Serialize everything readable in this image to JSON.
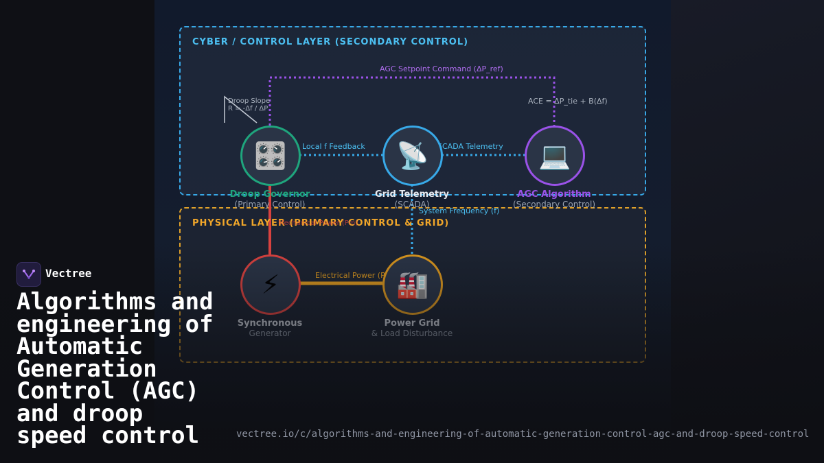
{
  "diagram": {
    "cyber_layer_title": "CYBER / CONTROL LAYER (SECONDARY CONTROL)",
    "physical_layer_title": "PHYSICAL LAYER (PRIMARY CONTROL & GRID)",
    "nodes": {
      "droop": {
        "icon": "control-knobs-icon",
        "glyph": "🎛️",
        "title": "Droop Governor",
        "subtitle": "(Primary Control)",
        "color": "#1fa57d"
      },
      "telemetry": {
        "icon": "satellite-dish-icon",
        "glyph": "📡",
        "title": "Grid Telemetry",
        "subtitle": "(SCADA)",
        "color": "#38a9e8"
      },
      "agc": {
        "icon": "laptop-icon",
        "glyph": "💻",
        "title": "AGC Algorithm",
        "subtitle": "(Secondary Control)",
        "color": "#9a52e8"
      },
      "generator": {
        "icon": "lightning-icon",
        "glyph": "⚡",
        "title": "Synchronous",
        "subtitle": "Generator",
        "color": "#d8423f"
      },
      "grid": {
        "icon": "factory-icon",
        "glyph": "🏭",
        "title": "Power Grid",
        "subtitle": "& Load Disturbance",
        "color": "#d9961f"
      }
    },
    "edges": {
      "agc_setpoint": "AGC Setpoint Command (ΔP_ref)",
      "local_feedback": "Local f Feedback",
      "scada_telemetry": "SCADA Telemetry",
      "system_frequency": "System Frequency (f)",
      "electrical_power": "Electrical Power (P)",
      "mechanical_power": "Mechanical Power (Pm)"
    },
    "annotations": {
      "droop_slope_line1": "Droop Slope",
      "droop_slope_line2": "R = -Δf / ΔP",
      "ace_formula": "ACE = ΔP_tie + B(Δf)"
    }
  },
  "brand": {
    "name": "Vectree",
    "logo_icon": "vectree-logo-icon"
  },
  "headline": "Algorithms and\nengineering of\nAutomatic\nGeneration\nControl (AGC)\nand droop\nspeed control",
  "url": "vectree.io/c/algorithms-and-engineering-of-automatic-generation-control-agc-and-droop-speed-control"
}
